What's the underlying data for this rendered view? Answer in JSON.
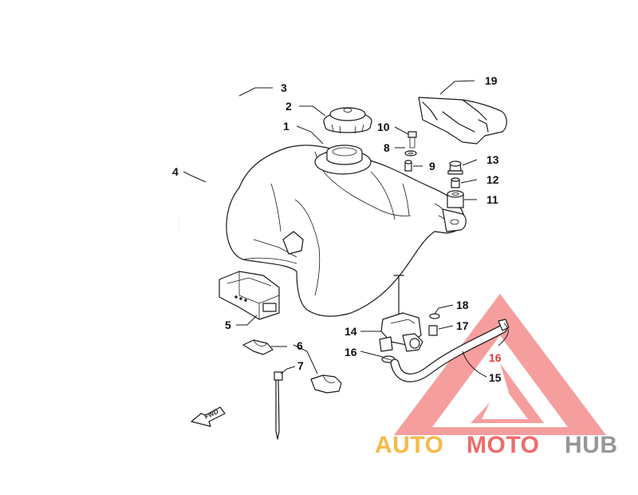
{
  "diagram": {
    "callouts": [
      {
        "id": "c1",
        "label": "1"
      },
      {
        "id": "c2",
        "label": "2"
      },
      {
        "id": "c3",
        "label": "3"
      },
      {
        "id": "c4",
        "label": "4"
      },
      {
        "id": "c5",
        "label": "5"
      },
      {
        "id": "c6",
        "label": "6"
      },
      {
        "id": "c7",
        "label": "7"
      },
      {
        "id": "c8",
        "label": "8"
      },
      {
        "id": "c9",
        "label": "9"
      },
      {
        "id": "c10",
        "label": "10"
      },
      {
        "id": "c11",
        "label": "11"
      },
      {
        "id": "c12",
        "label": "12"
      },
      {
        "id": "c13",
        "label": "13"
      },
      {
        "id": "c14",
        "label": "14"
      },
      {
        "id": "c15",
        "label": "15"
      },
      {
        "id": "c16a",
        "label": "16"
      },
      {
        "id": "c16b",
        "label": "16"
      },
      {
        "id": "c17",
        "label": "17"
      },
      {
        "id": "c18",
        "label": "18"
      },
      {
        "id": "c19",
        "label": "19"
      }
    ],
    "fwd_label": "FWD"
  },
  "watermark": {
    "part1": "AUTO",
    "part2": "MOTO",
    "part3": "HUB",
    "colors": {
      "orange": "#f5b335",
      "red": "#ef5b5b",
      "gray": "#8c8c8c",
      "triangle": "#f06a6a"
    }
  }
}
